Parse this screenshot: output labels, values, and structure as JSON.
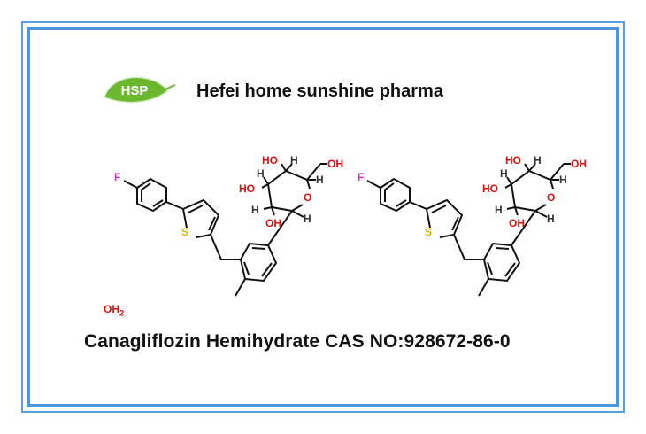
{
  "logo": {
    "text": "HSP",
    "color": "#6ab82e"
  },
  "company": "Hefei home sunshine pharma",
  "title": "Canagliflozin Hemihydrate CAS NO:928672-86-0",
  "water": {
    "formula": "OH",
    "subscript": "2"
  },
  "molecule": {
    "labels": {
      "F": "F",
      "S": "S",
      "O": "O",
      "OH": "OH",
      "HO": "HO",
      "H": "H"
    }
  },
  "colors": {
    "frame": "#4b96dc",
    "oxygen": "#e01010",
    "fluorine": "#d030d0",
    "sulfur": "#d8b800"
  }
}
